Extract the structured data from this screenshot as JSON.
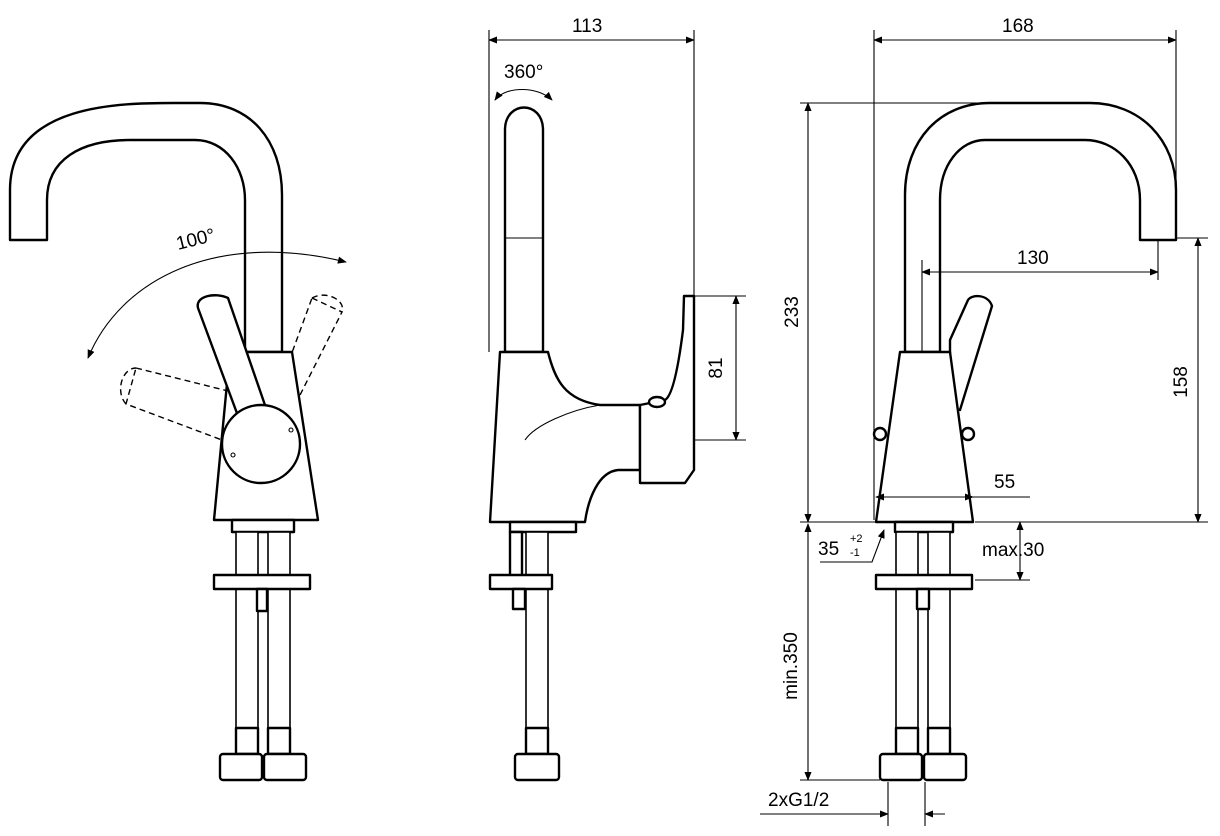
{
  "views": [
    "front-view",
    "side-view",
    "rear-view"
  ],
  "dimensions": {
    "lever_rotation": "100°",
    "spout_swivel": "360°",
    "side_depth": "113",
    "lever_height": "81",
    "total_width": "168",
    "total_height": "233",
    "spout_reach": "130",
    "spout_outlet_height": "158",
    "base_diameter": "55",
    "hole_diameter": "35",
    "hole_tolerance_upper": "+2",
    "hole_tolerance_lower": "-1",
    "max_deck_thickness": "max.30",
    "hose_length": "min.350",
    "hose_connection": "2xG1/2"
  }
}
